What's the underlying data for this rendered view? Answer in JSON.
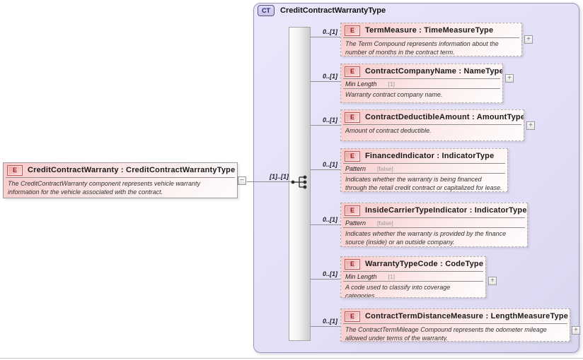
{
  "root_element": {
    "badge": "E",
    "title": "CreditContractWarranty : CreditContractWarrantyType",
    "description": "The CreditContractWarranty component represents vehicle warranty information for the vehicle associated with the contract.",
    "cardinality": "[1]..[1]"
  },
  "complex_type": {
    "badge": "CT",
    "title": "CreditContractWarrantyType",
    "compositor": "sequence"
  },
  "glyphs": {
    "expand": "+",
    "collapse": "−"
  },
  "children": [
    {
      "badge": "E",
      "title": "TermMeasure : TimeMeasureType",
      "cardinality": "0..[1]",
      "description": "The Term Compound represents information about the number of months in the contract term."
    },
    {
      "badge": "E",
      "title": "ContractCompanyName : NameType",
      "cardinality": "0..[1]",
      "facet_name": "Min Length",
      "facet_value": "[1]",
      "description": "Warranty contract company name."
    },
    {
      "badge": "E",
      "title": "ContractDeductibleAmount : AmountType",
      "cardinality": "0..[1]",
      "description": "Amount of contract deductible."
    },
    {
      "badge": "E",
      "title": "FinancedIndicator : IndicatorType",
      "cardinality": "0..[1]",
      "facet_name": "Pattern",
      "facet_value": "[false]",
      "description": "Indicates whether the warranty is being financed through the retail credit contract or capitalized for lease."
    },
    {
      "badge": "E",
      "title": "InsideCarrierTypeIndicator : IndicatorType",
      "cardinality": "0..[1]",
      "facet_name": "Pattern",
      "facet_value": "[false]",
      "description": "Indicates whether the warranty is provided by the finance source (inside) or an outside company."
    },
    {
      "badge": "E",
      "title": "WarrantyTypeCode : CodeType",
      "cardinality": "0..[1]",
      "facet_name": "Min Length",
      "facet_value": "[1]",
      "description": "A code used to classify into coverage categories."
    },
    {
      "badge": "E",
      "title": "ContractTermDistanceMeasure : LengthMeasureType",
      "cardinality": "0..[1]",
      "description": "The ContractTermMileage Compound represents the odometer mileage allowed under terms of the warranty."
    }
  ],
  "colors": {
    "container_fill": "#e2dff6",
    "container_border": "#9794b8",
    "element_fill_top": "#f7c9c9",
    "element_border": "#b0b0b0",
    "element_badge_text": "#8b1d1d",
    "ct_badge_text": "#1f1f6e",
    "connector": "#8f8f8f"
  }
}
